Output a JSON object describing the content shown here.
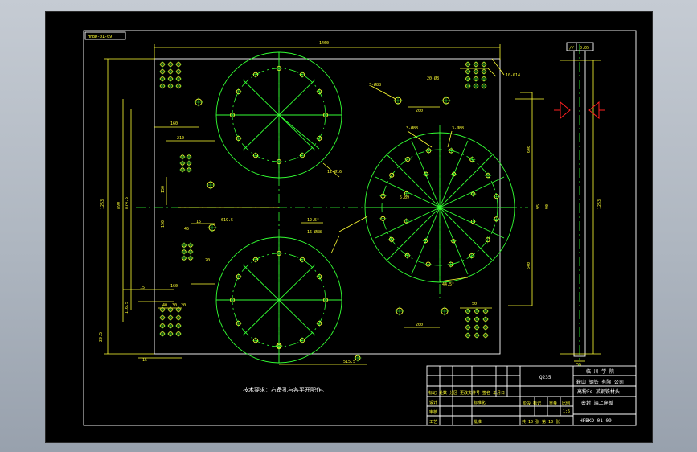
{
  "drawing": {
    "code_box": "HFBD-01-09",
    "note": "技术要求：右备孔与各平开配作。",
    "dims": {
      "overall_width": "1460",
      "overall_height": "1253",
      "height_r": "1253",
      "h890": "890",
      "h874": "874.5",
      "h6195": "619.5",
      "h1165": "116.5",
      "h150a": "150",
      "h150b": "150",
      "h640": "640",
      "h640b": "640",
      "w160a": "160",
      "w160b": "160",
      "w210": "210",
      "w200a": "200",
      "w200b": "200",
      "w15a": "15",
      "w15b": "15",
      "w15c": "15",
      "w20": "20",
      "w20b": "20",
      "w40": "40",
      "w30": "30",
      "w45": "45",
      "w50": "50",
      "w515": "515.5",
      "w295": "29.5",
      "ang125": "12.5°",
      "ang_r": "44.5°",
      "w55": "55",
      "w95": "95",
      "w90": "90"
    },
    "callouts": {
      "c1": "3-Ø88",
      "c2": "3-Ø88",
      "c3": "3-Ø88",
      "c4": "16-Ø88",
      "c5": "10-Ø14",
      "c6": "12-Ø16",
      "c7": "20-Ø8",
      "c8": "5.89"
    },
    "tolerance": "0.05",
    "tolerance_sym": "//"
  },
  "title_block": {
    "material": "Q235",
    "school": "临 川 学 院",
    "company": "鞍山 钢铁 有限 公司",
    "title_line1": "高粉Fe 某钢铁材头",
    "title_line2": "密封 端上座板",
    "drawing_no": "HFBKD-01-09",
    "scale": "1:5",
    "sheet": "共 10 张   第 10 张",
    "labels": {
      "design": "设计",
      "check": "审核",
      "craft": "工艺",
      "std": "标准化",
      "approve": "批准",
      "stage": "阶段 标记",
      "weight": "重量",
      "ratio": "比例",
      "marks": "标记 处数 分区 更改文件号 签名 年月日"
    }
  }
}
